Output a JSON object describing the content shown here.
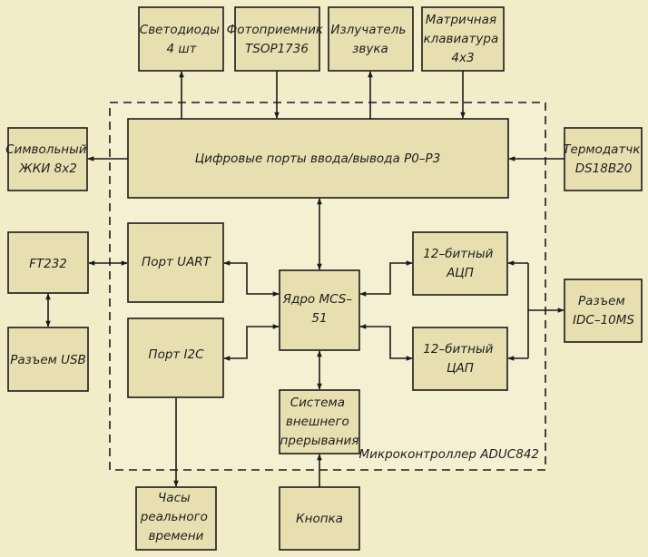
{
  "blocks": {
    "leds": [
      "Светодиоды",
      "4 шт"
    ],
    "photo_receiver": [
      "Фотоприемник",
      "TSOP1736"
    ],
    "sound_emitter": [
      "Излучатель",
      "звука"
    ],
    "matrix_keyboard": [
      "Матричная",
      "клавиатура",
      "4х3"
    ],
    "lcd": [
      "Символьный",
      "ЖКИ 8х2"
    ],
    "thermo_sensor": [
      "Термодатчк",
      "DS18B20"
    ],
    "gpio_ports": [
      "Цифровые порты ввода/вывода P0–P3"
    ],
    "ft232": [
      "FT232"
    ],
    "uart_port": [
      "Порт UART"
    ],
    "i2c_port": [
      "Порт I2C"
    ],
    "usb_connector": [
      "Разъем USB"
    ],
    "mcs51_core": [
      "Ядро MCS–",
      "51"
    ],
    "adc": [
      "12–битный",
      "АЦП"
    ],
    "dac": [
      "12–битный",
      "ЦАП"
    ],
    "idc_connector": [
      "Разъем",
      "IDC–10MS"
    ],
    "interrupt_system": [
      "Система",
      "внешнего",
      "прерывания"
    ],
    "microcontroller_label": [
      "Микроконтроллер ADUC842"
    ],
    "rtc": [
      "Часы",
      "реального",
      "времени"
    ],
    "button": [
      "Кнопка"
    ]
  }
}
